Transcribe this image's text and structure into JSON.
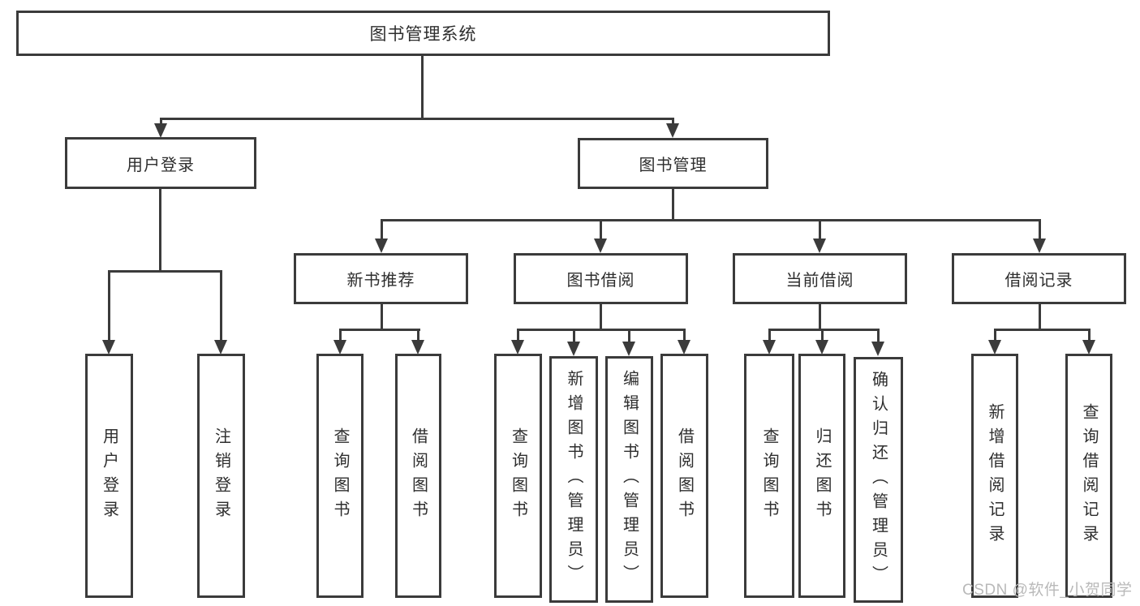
{
  "tree": {
    "root": "图书管理系统",
    "branches": [
      {
        "label": "用户登录",
        "children": [
          "用户登录",
          "注销登录"
        ]
      },
      {
        "label": "图书管理",
        "groups": [
          {
            "label": "新书推荐",
            "children": [
              "查询图书",
              "借阅图书"
            ]
          },
          {
            "label": "图书借阅",
            "children": [
              "查询图书",
              "新增图书（管理员）",
              "编辑图书（管理员）",
              "借阅图书"
            ]
          },
          {
            "label": "当前借阅",
            "children": [
              "查询图书",
              "归还图书",
              "确认归还（管理员）"
            ]
          },
          {
            "label": "借阅记录",
            "children": [
              "新增借阅记录",
              "查询借阅记录"
            ]
          }
        ]
      }
    ]
  },
  "watermark": "CSDN @软件_小贺同学",
  "colors": {
    "line": "#3b3b3b",
    "text": "#2e2e2e",
    "watermark": "#b9b9b9",
    "background": "#ffffff"
  }
}
